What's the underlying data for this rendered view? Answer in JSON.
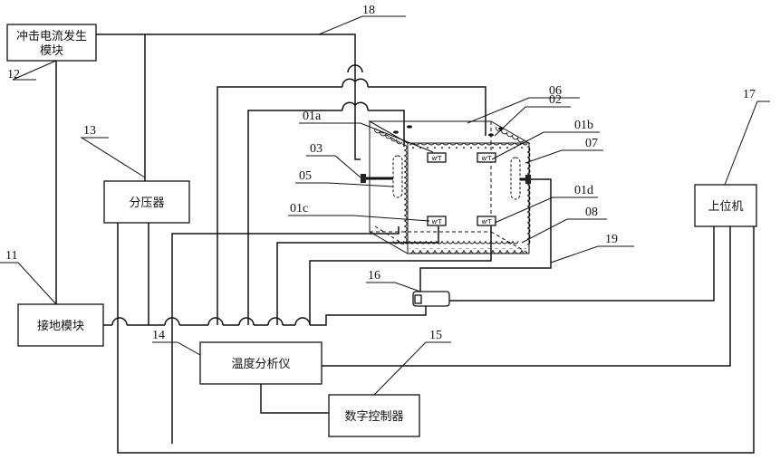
{
  "modules": {
    "impulse": "冲击电流发生\n模块",
    "divider": "分压器",
    "ground": "接地模块",
    "analyzer": "温度分析仪",
    "controller": "数字控制器",
    "host": "上位机"
  },
  "numbers": {
    "n18": "18",
    "n12": "12",
    "n13": "13",
    "n11": "11",
    "n14": "14",
    "n15": "15",
    "n16": "16",
    "n17": "17",
    "n19": "19",
    "n06": "06",
    "n02": "02",
    "n01a": "01a",
    "n01b": "01b",
    "n07": "07",
    "n03": "03",
    "n05": "05",
    "n01c": "01c",
    "n01d": "01d",
    "n08": "08"
  },
  "sensor_text": "ⱳT"
}
